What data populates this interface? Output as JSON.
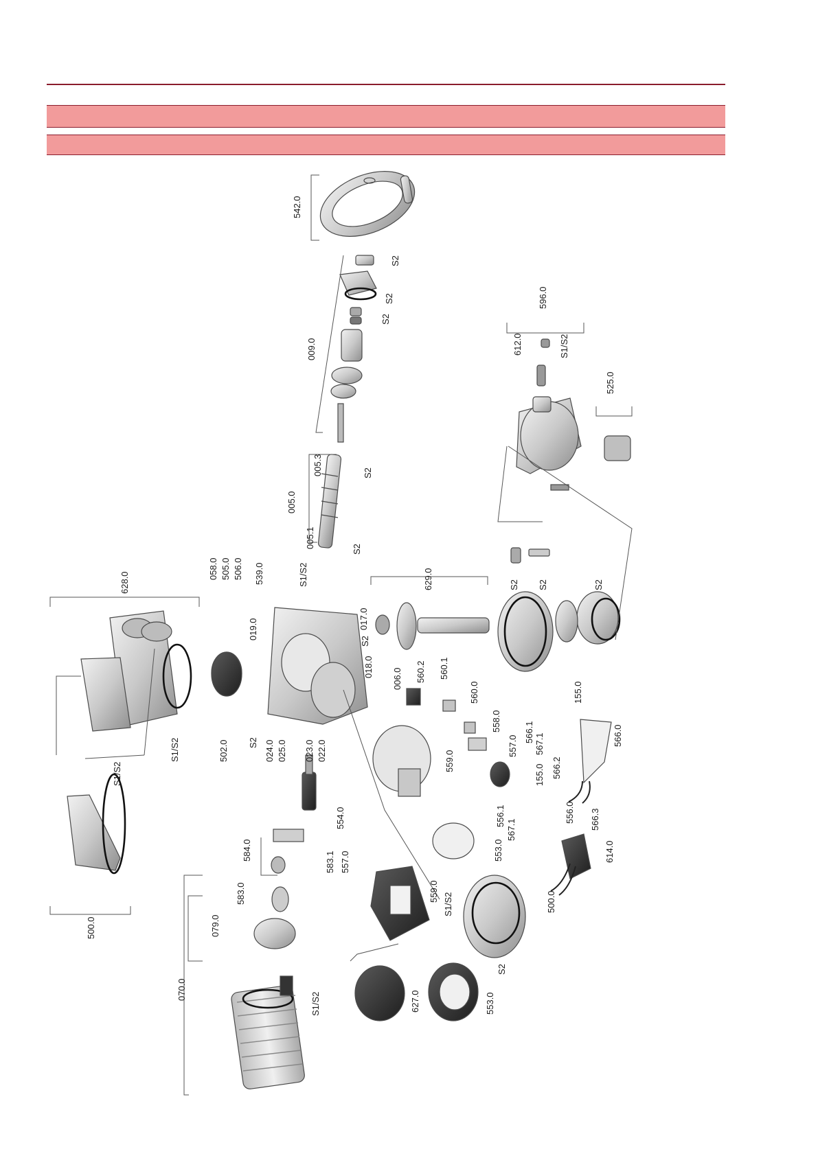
{
  "header": {
    "rule_color": "#8a1c2c",
    "band_color": "#f29b9b",
    "band1_text": "",
    "band2_text": ""
  },
  "labels": {
    "l542": "542.0",
    "l009": "009.0",
    "l005": "005.0",
    "l005_1": "005.1",
    "l005_3": "005.3",
    "l596": "596.0",
    "l612": "612.0",
    "l525": "525.0",
    "l628": "628.0",
    "l058": "058.0",
    "l505": "505.0",
    "l506": "506.0",
    "l539": "539.0",
    "l629": "629.0",
    "l017": "017.0",
    "l019": "019.0",
    "l018": "018.0",
    "l006": "006.0",
    "l560_2": "560.2",
    "l560_1": "560.1",
    "l560": "560.0",
    "l558": "558.0",
    "l557a": "557.0",
    "l155a": "155.0",
    "l155b": "155.0",
    "l566_1": "566.1",
    "l567_1a": "567.1",
    "l566": "566.0",
    "l566_2": "566.2",
    "l566_3": "566.3",
    "l559a": "559.0",
    "l556_1": "556.1",
    "l567_1b": "567.1",
    "l556": "556.0",
    "l614": "614.0",
    "l553a": "553.0",
    "l554": "554.0",
    "l502": "502.0",
    "l500a": "500.0",
    "l500b": "500.0",
    "l584": "584.0",
    "l583_1": "583.1",
    "l557b": "557.0",
    "l583": "583.0",
    "l079": "079.0",
    "l070": "070.0",
    "l559b": "559.0",
    "l627": "627.0",
    "l553b": "553.0",
    "l022": "022.0",
    "l023": "023.0",
    "l025": "025.0",
    "l024": "024.0",
    "s2_1": "S2",
    "s2_2": "S2",
    "s2_3": "S2",
    "s2_4": "S2",
    "s2_5": "S2",
    "s2_6": "S2",
    "s2_7": "S2",
    "s2_8": "S2",
    "s2_9": "S2",
    "s2_10": "S2",
    "s2_11": "S2",
    "s1s2_1": "S1/S2",
    "s1s2_2": "S1/S2",
    "s1s2_3": "S1/S2",
    "s1s2_4": "S1/S2",
    "s1s2_5": "S1/S2",
    "s1s2_6": "S1/S2"
  }
}
